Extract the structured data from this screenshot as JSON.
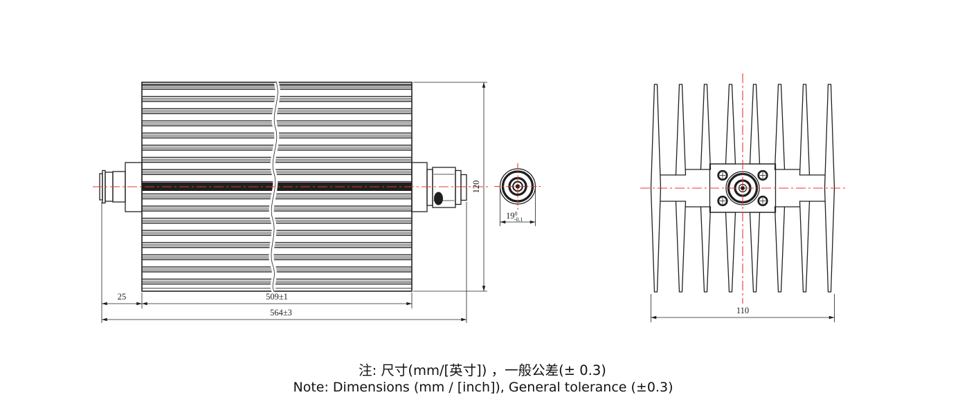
{
  "side_view": {
    "dim_connector_offset": "25",
    "dim_body_length": "509±1",
    "dim_total_length": "564±3",
    "dim_height": "120"
  },
  "face_view": {
    "dim_diameter_base": "19",
    "dim_diameter_upper_tol": "0",
    "dim_diameter_lower_tol": "-0.1"
  },
  "end_view": {
    "dim_width": "110"
  },
  "notes": {
    "chinese": "注: 尺寸(mm/[英寸]) ，一般公差(± 0.3)",
    "english": "Note: Dimensions (mm / [inch]), General tolerance (±0.3)"
  },
  "colors": {
    "line": "#1f1f1f",
    "centerline_red": "#e8352b",
    "background": "#ffffff"
  }
}
